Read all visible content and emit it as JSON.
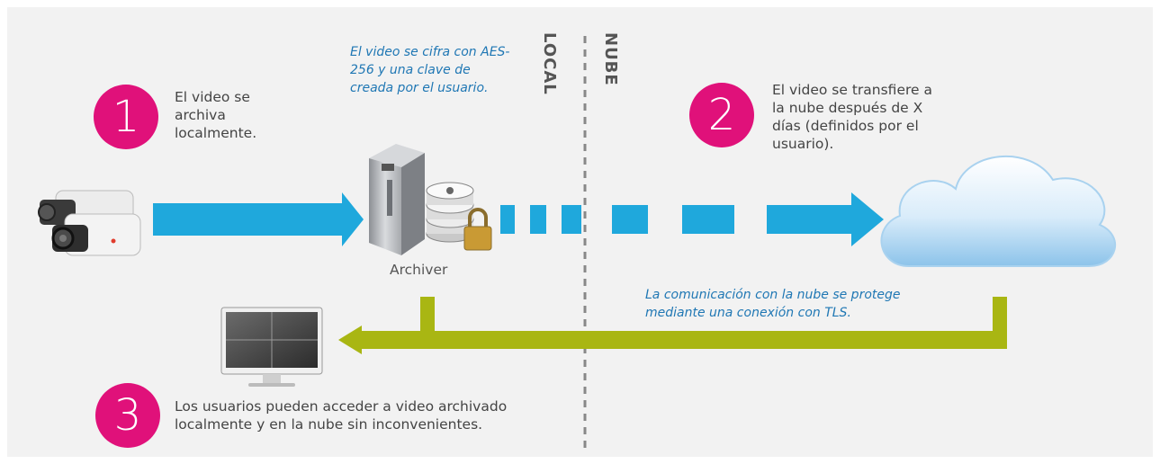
{
  "zones": {
    "local": "LOCAL",
    "cloud": "NUBE"
  },
  "steps": [
    {
      "number": "1",
      "text": "El video se archiva localmente."
    },
    {
      "number": "2",
      "text": "El video se transfiere a la nube después de X días (definidos por el usuario)."
    },
    {
      "number": "3",
      "text": "Los usuarios pueden acceder a video archivado localmente y en la nube sin inconvenientes."
    }
  ],
  "notes": {
    "encryption": "El video se cifra con AES-256 y una clave de creada por el usuario.",
    "tls": "La comunicación con la nube se protege mediante una conexión con TLS."
  },
  "labels": {
    "archiver": "Archiver"
  },
  "colors": {
    "magenta": "#e0117a",
    "blue_arrow": "#1fa8dc",
    "olive_arrow": "#a9b613",
    "note_text": "#1f77b4",
    "divider": "#888888"
  },
  "icons": [
    "security-camera-icon",
    "server-icon",
    "database-lock-icon",
    "cloud-icon",
    "monitor-icon"
  ]
}
